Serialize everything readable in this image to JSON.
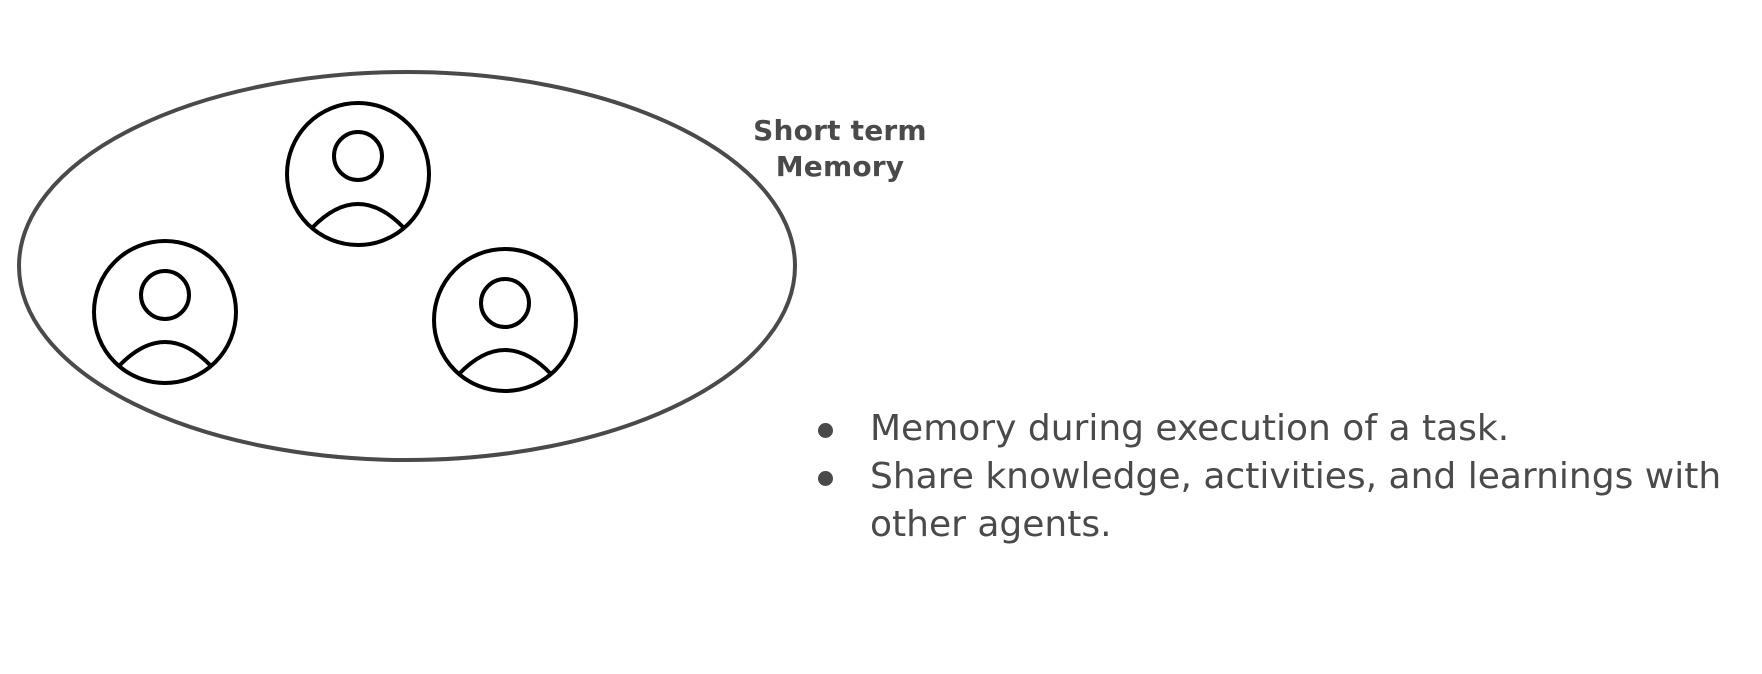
{
  "diagram": {
    "label": [
      "Short term",
      "Memory"
    ],
    "agents": [
      {
        "icon": "user-icon"
      },
      {
        "icon": "user-icon"
      },
      {
        "icon": "user-icon"
      }
    ],
    "bullets": [
      "Memory during execution of a task.",
      "Share knowledge, activities, and learnings with other agents."
    ]
  },
  "colors": {
    "stroke": "#000000",
    "ellipse": "#4a4a4a",
    "text": "#4a4a4a",
    "background": "#ffffff"
  }
}
